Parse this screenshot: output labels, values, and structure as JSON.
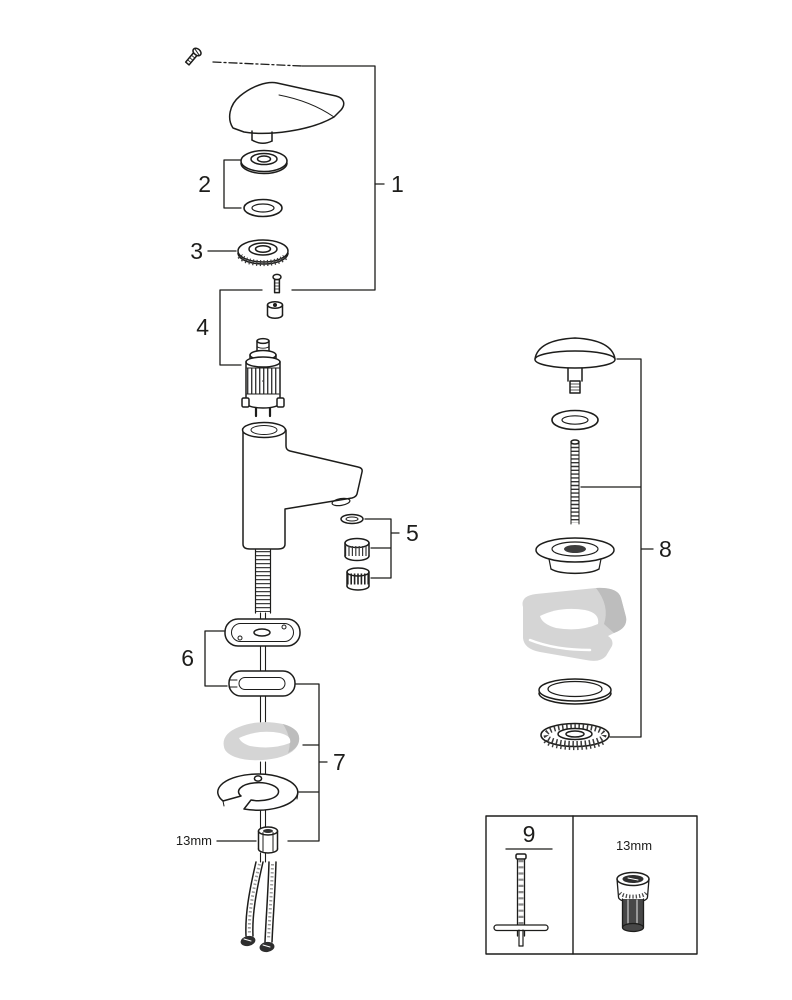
{
  "colors": {
    "line": "#1d1d1b",
    "background": "#ffffff",
    "shade_light": "#d5d5d5",
    "shade_dark": "#bdbdbd",
    "metal_dark": "#3a3a3a"
  },
  "callouts": {
    "1": "1",
    "2": "2",
    "3": "3",
    "4": "4",
    "5": "5",
    "6": "6",
    "7": "7",
    "8": "8",
    "9": "9"
  },
  "labels": {
    "nut_wrench_size": "13mm",
    "box_tool_size": "13mm"
  }
}
